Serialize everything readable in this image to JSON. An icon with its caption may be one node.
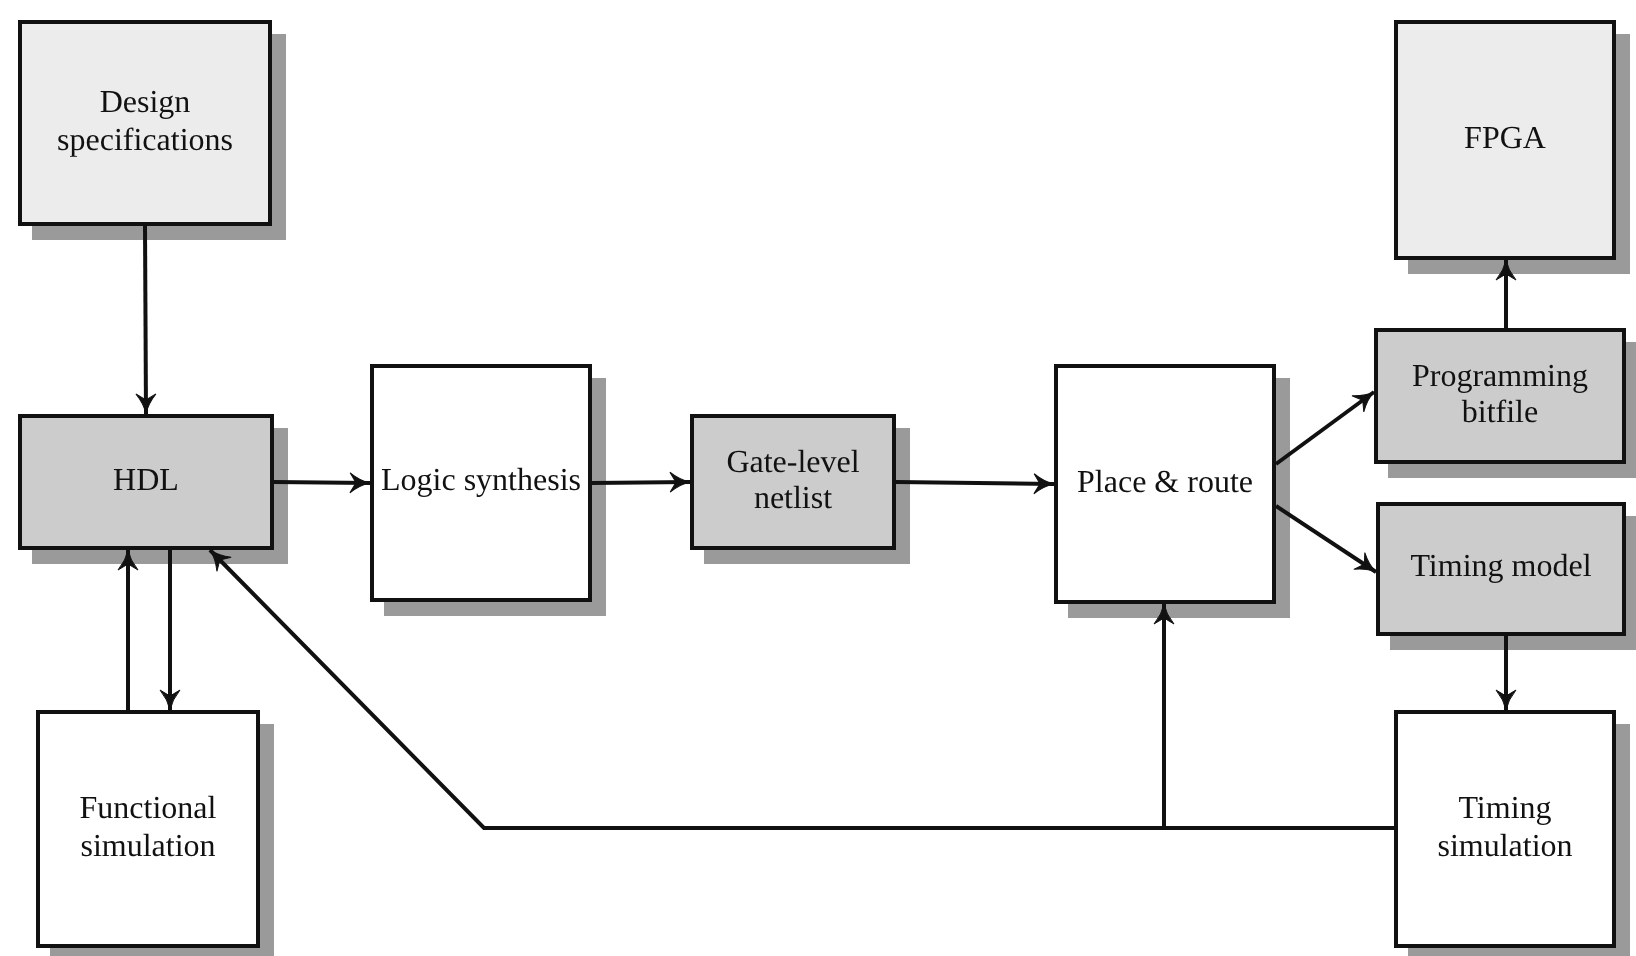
{
  "diagram": {
    "nodes": [
      {
        "text": [
          "Design specifications"
        ]
      },
      {
        "text": [
          "HDL"
        ]
      },
      {
        "text": [
          "Functional simulation"
        ]
      },
      {
        "text": [
          "Logic synthesis"
        ]
      },
      {
        "text": [
          "Gate-level netlist"
        ]
      },
      {
        "text": [
          "Place & route"
        ]
      },
      {
        "text": [
          "FPGA"
        ]
      },
      {
        "text": [
          "Programming bitfile"
        ]
      },
      {
        "text": [
          "Timing model"
        ]
      },
      {
        "text": [
          "Timing simulation"
        ]
      }
    ],
    "edges": [
      {
        "from": 0,
        "to": 1,
        "arrow": "to"
      },
      {
        "from": 1,
        "to": 3,
        "arrow": "to"
      },
      {
        "from": 3,
        "to": 4,
        "arrow": "to"
      },
      {
        "from": 4,
        "to": 5,
        "arrow": "to"
      },
      {
        "from": 5,
        "to": 7,
        "arrow": "to"
      },
      {
        "from": 5,
        "to": 8,
        "arrow": "to"
      },
      {
        "from": 7,
        "to": 6,
        "arrow": "to"
      },
      {
        "from": 8,
        "to": 9,
        "arrow": "to"
      },
      {
        "from": 2,
        "to": 1,
        "arrow": "to"
      },
      {
        "from": 1,
        "to": 2,
        "arrow": "to"
      },
      {
        "from": 9,
        "to": 5,
        "arrow": "to"
      },
      {
        "from": 9,
        "to": 1,
        "arrow": "to"
      }
    ]
  }
}
